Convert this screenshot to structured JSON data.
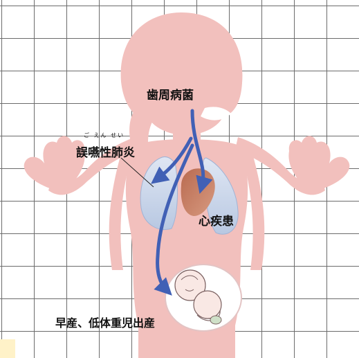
{
  "labels": {
    "pathogen": "歯周病菌",
    "pneumonia_ruby": "ご えん せい",
    "pneumonia": "誤嚥性肺炎",
    "heart": "心疾患",
    "birth": "早産、低体重児出産"
  },
  "colors": {
    "body": "#f2c0bd",
    "lung": "#c9d6ea",
    "heart": "#c87e62",
    "arrow": "#4160b5",
    "grid": "#6b6b6b",
    "womb": "#ffffff"
  },
  "icons": {
    "fetus": "fetus-icon",
    "arrow": "arrow-icon"
  }
}
